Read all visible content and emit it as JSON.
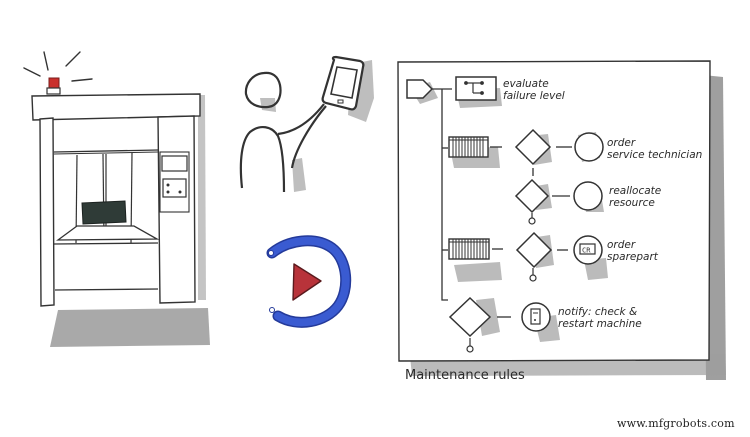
{
  "scene": {
    "machine": {
      "label": "machine-with-alarm-light",
      "alarm_color": "#c9302c",
      "part_color": "#2f3b37"
    },
    "operator": {
      "label": "operator-with-tablet"
    },
    "cycle": {
      "label": "process-cycle",
      "ring_color": "#3a5bd1",
      "play_color": "#b8333a"
    }
  },
  "rules_panel": {
    "caption": "Maintenance rules",
    "steps": [
      {
        "id": "evaluate",
        "shape": "task-box",
        "label_line1": "evaluate",
        "label_line2": "failure level"
      },
      {
        "id": "order-technician",
        "shape": "circle",
        "label_line1": "order",
        "label_line2": "service technician"
      },
      {
        "id": "reallocate",
        "shape": "circle",
        "label_line1": "reallocate",
        "label_line2": "resource"
      },
      {
        "id": "order-sparepart",
        "shape": "circle-with-card",
        "label_line1": "order",
        "label_line2": "sparepart"
      },
      {
        "id": "notify",
        "shape": "circle-with-phone",
        "label_line1": "notify: check &",
        "label_line2": "restart machine"
      }
    ]
  },
  "watermark": "www.mfgrobots.com"
}
